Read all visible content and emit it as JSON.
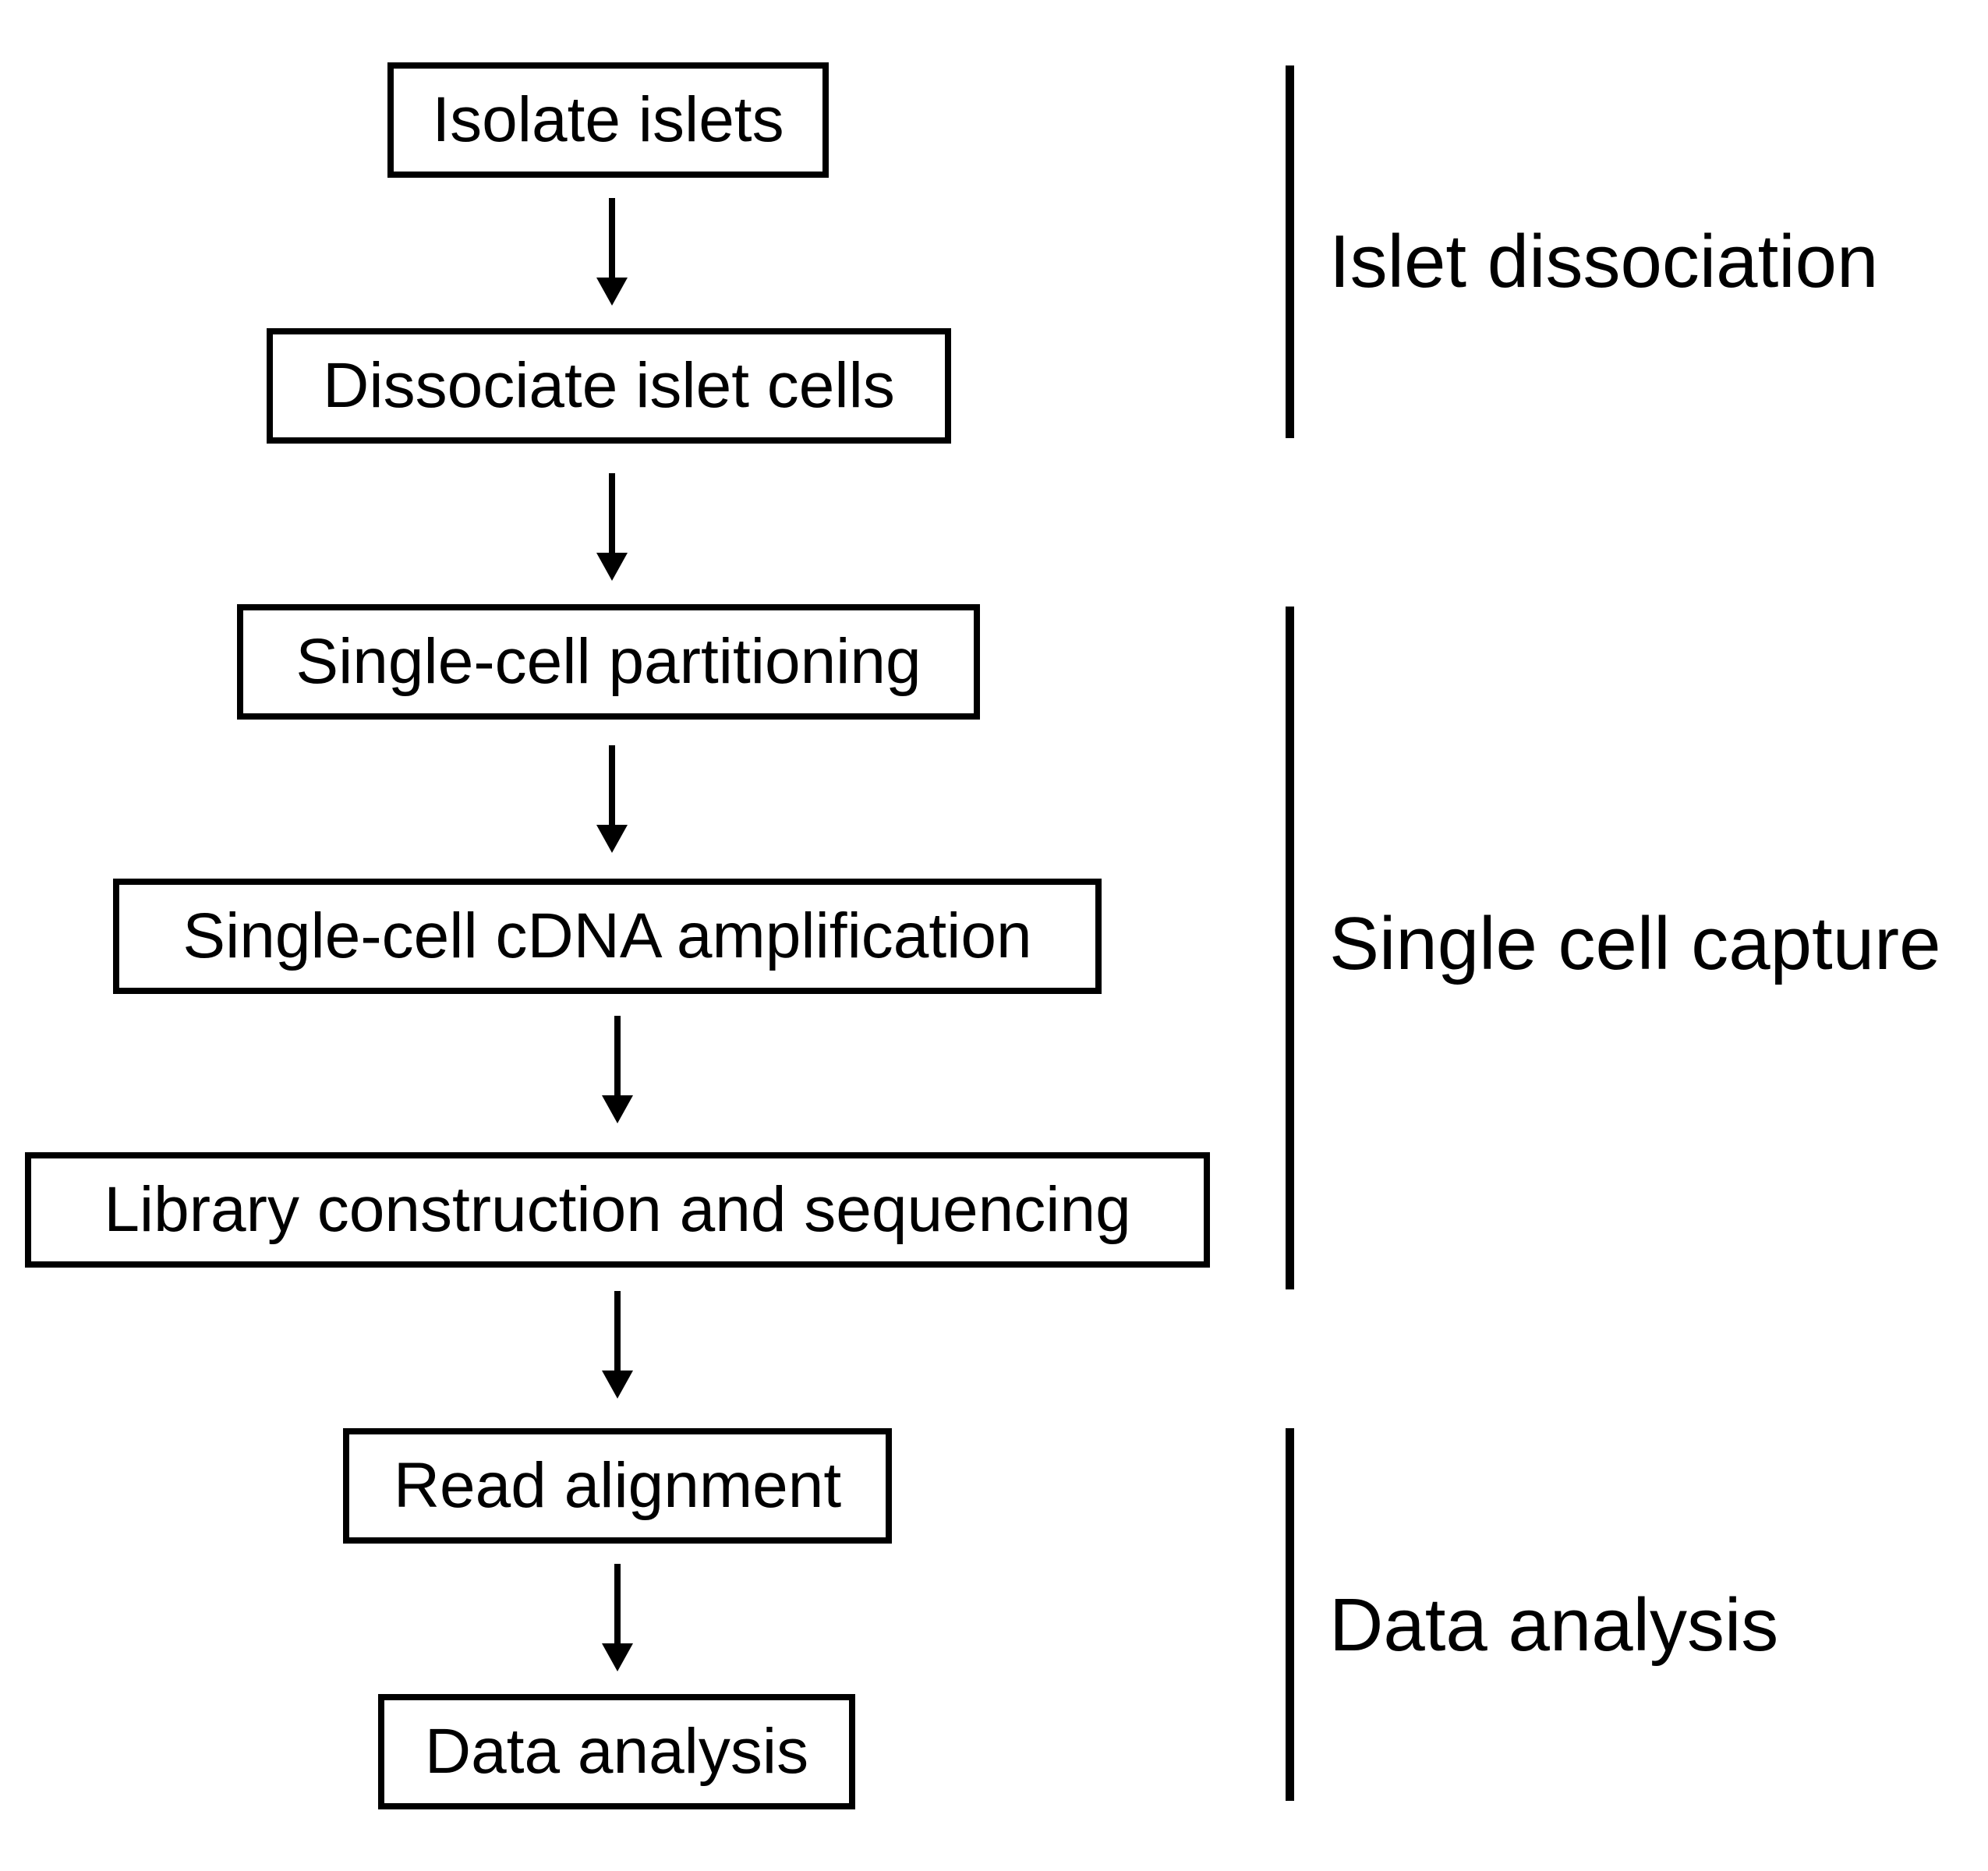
{
  "steps": [
    {
      "label": "Isolate islets"
    },
    {
      "label": "Dissociate islet cells"
    },
    {
      "label": "Single-cell partitioning"
    },
    {
      "label": "Single-cell cDNA amplification"
    },
    {
      "label": "Library construction and sequencing"
    },
    {
      "label": "Read alignment"
    },
    {
      "label": "Data analysis"
    }
  ],
  "stages": [
    {
      "label": "Islet dissociation"
    },
    {
      "label": "Single cell capture"
    },
    {
      "label": "Data analysis"
    }
  ]
}
